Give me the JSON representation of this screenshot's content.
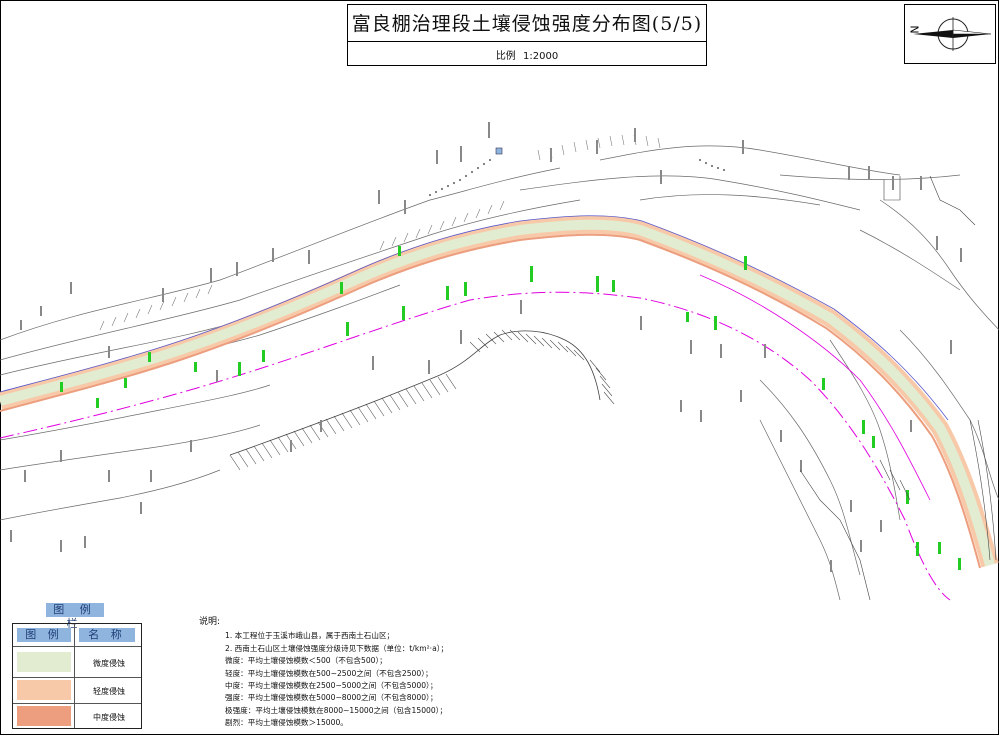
{
  "title": "富良棚治理段土壤侵蚀强度分布图(5/5)",
  "scale": {
    "label": "比例",
    "value": "1:2000"
  },
  "north_arrow": {
    "label": "N",
    "icon": "north-arrow-icon"
  },
  "legend": {
    "title": "图 例 栏",
    "header_symbol": "图 例",
    "header_name": "名 称",
    "items": [
      {
        "name": "微度侵蚀",
        "color": "#e1ecd1"
      },
      {
        "name": "轻度侵蚀",
        "color": "#f8c9a8"
      },
      {
        "name": "中度侵蚀",
        "color": "#ec9e7e"
      }
    ]
  },
  "notes": {
    "heading": "说明:",
    "lines": [
      "1. 本工程位于玉溪市峨山县，属于西南土石山区；",
      "2. 西南土石山区土壤侵蚀强度分级诗见下数据（单位：t/km²·a）；",
      "微度：平均土壤侵蚀模数＜500（不包含500）；",
      "轻度：平均土壤侵蚀模数在500~2500之间（不包含2500）；",
      "中度：平均土壤侵蚀模数在2500~5000之间（不包含5000）；",
      "强度：平均土壤侵蚀模数在5000~8000之间（不包含8000）；",
      "极强度：平均土壤侵蚀模数在8000~15000之间（包含15000）；",
      "剧烈：平均土壤侵蚀模数＞15000。"
    ]
  },
  "colors": {
    "slight_zone": "#e1ecd1",
    "light_zone": "#f8c9a8",
    "moderate_zone": "#ec9e7e",
    "boundary_magenta": "#e000e0",
    "label_green": "#22cc22",
    "legend_header": "#8fb4de"
  }
}
